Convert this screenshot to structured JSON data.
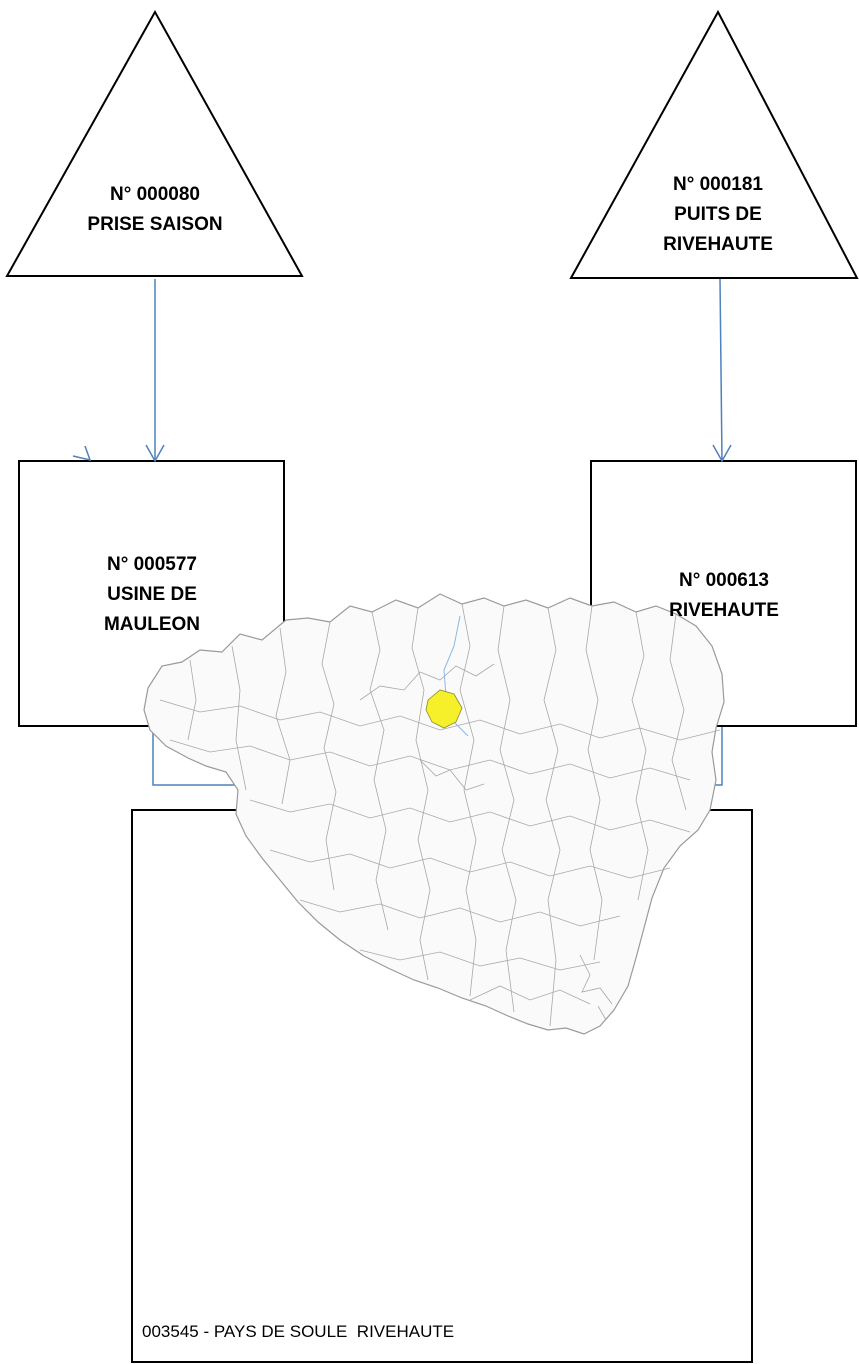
{
  "nodes": {
    "source_left": {
      "line1": "N° 000080",
      "line2": "PRISE SAISON"
    },
    "source_right": {
      "line1": "N° 000181",
      "line2": "PUITS DE",
      "line3": "RIVEHAUTE"
    },
    "plant_left": {
      "line1": "N° 000577",
      "line2": "USINE DE",
      "line3": "MAULEON"
    },
    "plant_right": {
      "line1": "N° 000613",
      "line2": "RIVEHAUTE"
    },
    "network": {
      "caption": "003545 - PAYS DE SOULE  RIVEHAUTE"
    }
  },
  "colors": {
    "shape_stroke": "#000000",
    "arrow": "#4f81bd",
    "highlight_commune": "#f5f02a",
    "map_lines": "#9a9a9a"
  }
}
